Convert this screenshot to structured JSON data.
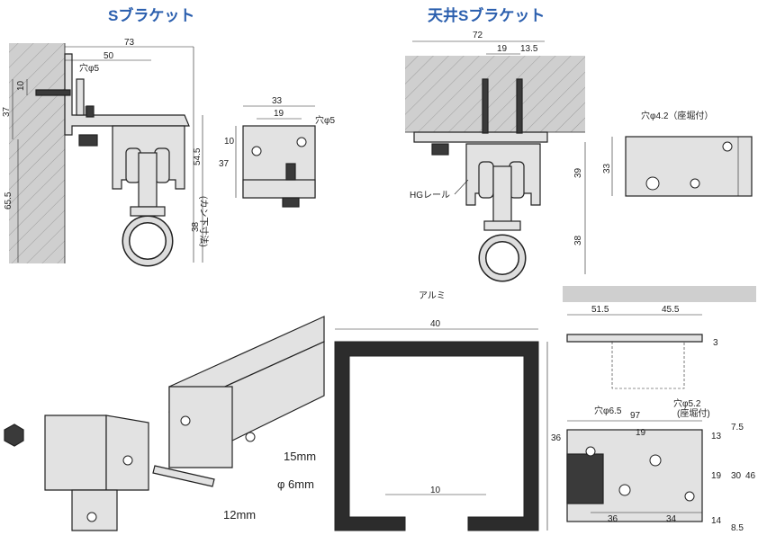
{
  "titles": {
    "s_bracket": "Sブラケット",
    "ceiling_s_bracket": "天井Sブラケット",
    "alumi": "アルミ"
  },
  "colors": {
    "title": "#2b5fae",
    "wall": "#cfcfcf",
    "part": "#e2e2e2",
    "dark": "#3a3a3a"
  },
  "s_bracket": {
    "dim_73": "73",
    "dim_50": "50",
    "hole5": "穴φ5",
    "dim_10": "10",
    "dim_37": "37",
    "dim_65_5": "65.5",
    "dim_54_5": "54.5",
    "dim_38": "38",
    "kan": "(カン下寸法)"
  },
  "s_front": {
    "dim_33": "33",
    "dim_19": "19",
    "dim_10": "10",
    "hole5": "穴φ5",
    "dim_37": "37"
  },
  "ceiling": {
    "dim_72": "72",
    "dim_19": "19",
    "dim_13_5": "13.5",
    "hg_rail": "HGレール",
    "dim_39": "39",
    "dim_38": "38"
  },
  "ceiling_plate": {
    "hole": "穴φ4.2（座堀付）",
    "dim_33": "33"
  },
  "rail_3d": {
    "m15": "15mm",
    "m6": "φ 6mm",
    "m12": "12mm"
  },
  "rail_section": {
    "dim_40": "40",
    "dim_36": "36",
    "dim_10": "10"
  },
  "plate_top": {
    "dim_51_5": "51.5",
    "dim_45_5": "45.5",
    "dim_3": "3"
  },
  "plate_plan": {
    "hole65": "穴φ6.5",
    "hole52": "穴φ5.2",
    "zagri": "(座堀付)",
    "dim_97": "97",
    "dim_19": "19",
    "dim_13": "13",
    "dim_7_5": "7.5",
    "dim_19v": "19",
    "dim_30": "30",
    "dim_46": "46",
    "dim_14": "14",
    "dim_8_5": "8.5",
    "dim_36": "36",
    "dim_34": "34"
  }
}
